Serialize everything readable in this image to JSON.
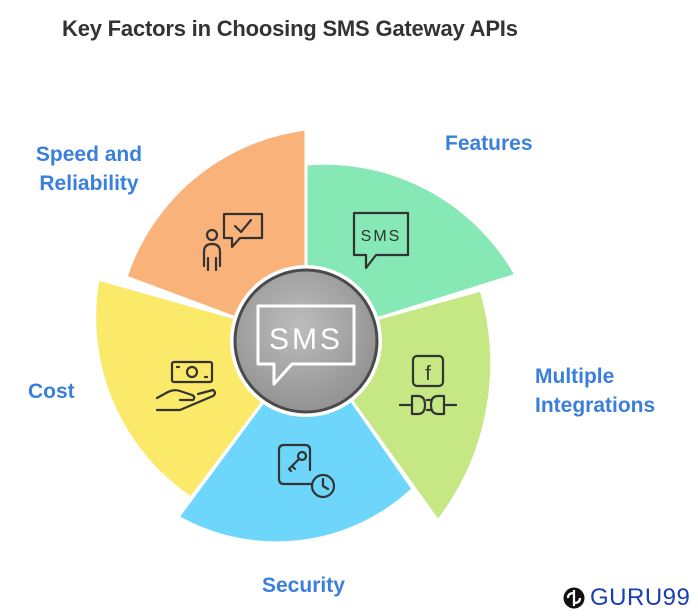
{
  "title": "Key Factors in Choosing SMS Gateway APIs",
  "center_text": "SMS",
  "segments": [
    {
      "label_lines": [
        "Speed and",
        "Reliability"
      ],
      "icon": "person-chat-check-icon",
      "color": "#f9b27a"
    },
    {
      "label_lines": [
        "Features"
      ],
      "icon": "sms-bubble-icon",
      "color": "#86e8b4",
      "icon_text": "SMS"
    },
    {
      "label_lines": [
        "Multiple",
        "Integrations"
      ],
      "icon": "facebook-plug-icon",
      "color": "#c5e884",
      "icon_text": "f"
    },
    {
      "label_lines": [
        "Security"
      ],
      "icon": "phone-key-clock-icon",
      "color": "#6fd6fb"
    },
    {
      "label_lines": [
        "Cost"
      ],
      "icon": "money-hand-icon",
      "color": "#fbe96a"
    }
  ],
  "label_color": "#3b7fdc",
  "center_color": "#a9a9a9",
  "logo": {
    "text": "GURU99",
    "color": "#1a3fb5"
  }
}
